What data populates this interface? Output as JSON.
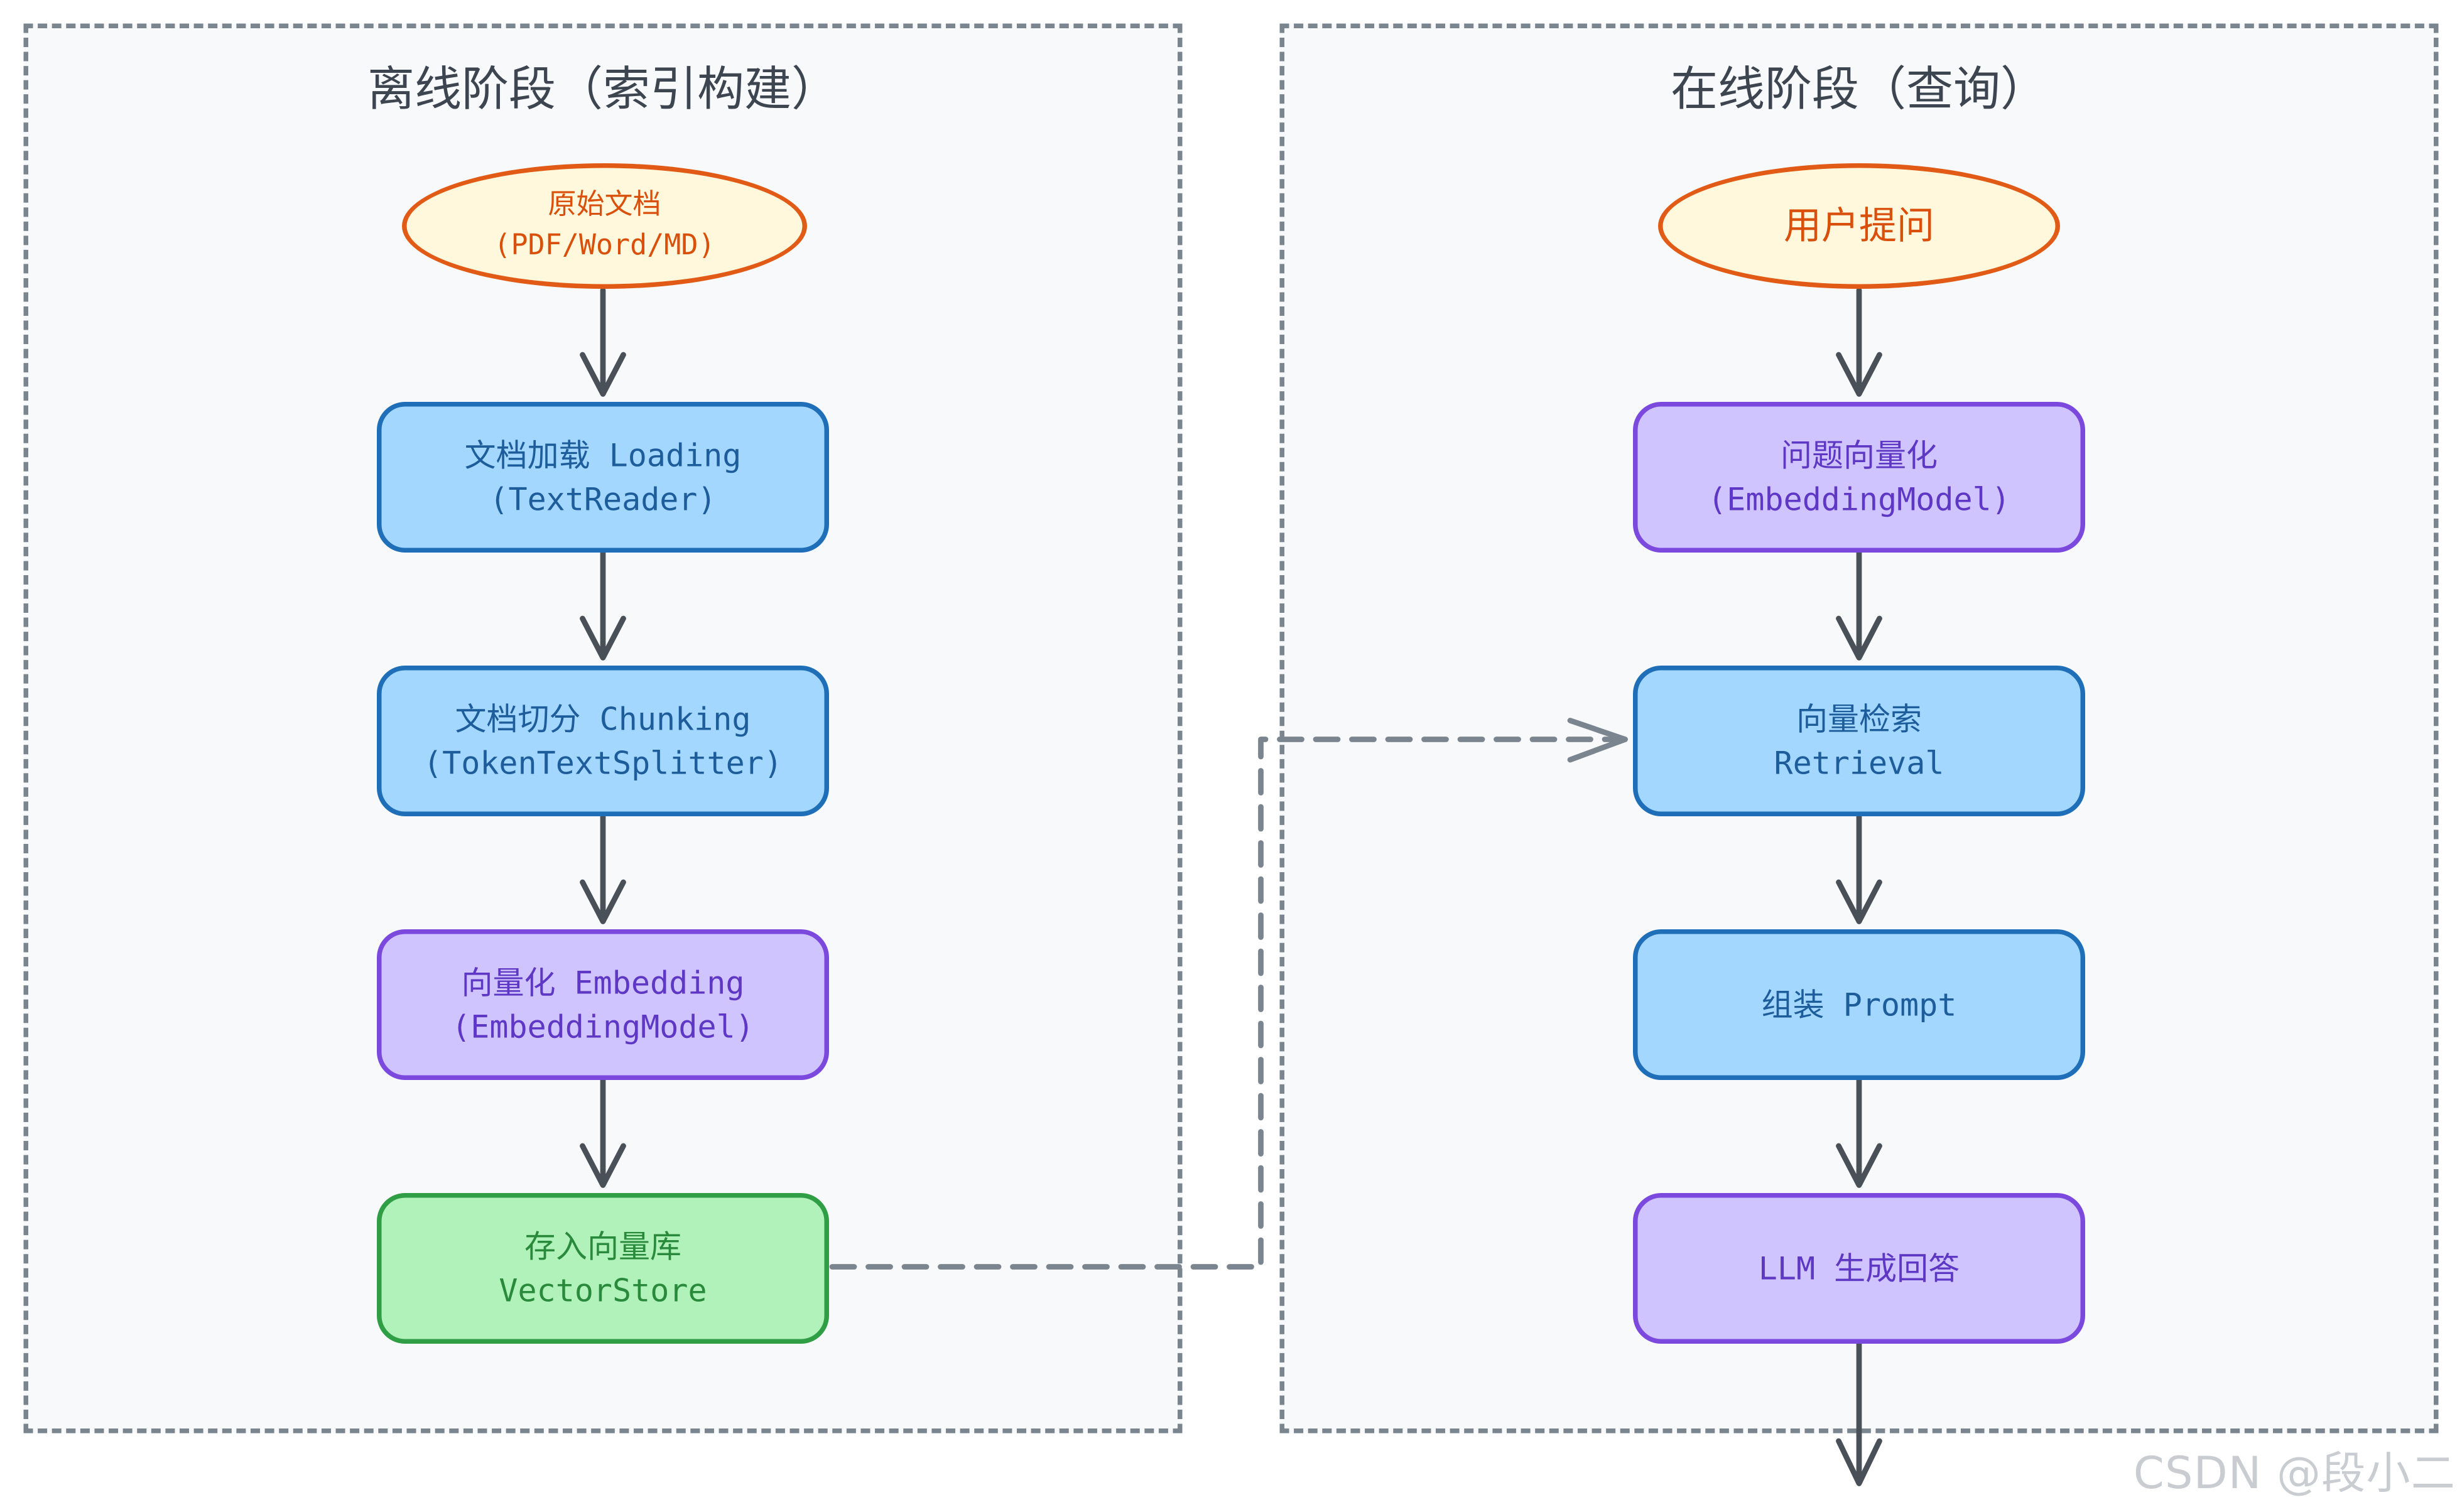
{
  "offline": {
    "title": "离线阶段（索引构建）",
    "source": {
      "line1": "原始文档",
      "line2": "(PDF/Word/MD)"
    },
    "steps": [
      {
        "line1": "文档加载 Loading",
        "line2": "(TextReader)",
        "color": "blue"
      },
      {
        "line1": "文档切分 Chunking",
        "line2": "(TokenTextSplitter)",
        "color": "blue"
      },
      {
        "line1": "向量化 Embedding",
        "line2": "(EmbeddingModel)",
        "color": "purple"
      },
      {
        "line1": "存入向量库",
        "line2": "VectorStore",
        "color": "green"
      }
    ]
  },
  "online": {
    "title": "在线阶段（查询）",
    "source": {
      "line1": "用户提问"
    },
    "steps": [
      {
        "line1": "问题向量化",
        "line2": "(EmbeddingModel)",
        "color": "purple"
      },
      {
        "line1": "向量检索",
        "line2": "Retrieval",
        "color": "blue"
      },
      {
        "line1": "组装 Prompt",
        "color": "blue"
      },
      {
        "line1": "LLM 生成回答",
        "color": "purple"
      }
    ]
  },
  "watermark": "CSDN @段小二",
  "colors": {
    "blue_fill": "#a3d7fe",
    "blue_stroke": "#1f6fb8",
    "purple_fill": "#cfc4fd",
    "purple_stroke": "#7b49de",
    "green_fill": "#b1f2ba",
    "green_stroke": "#2f9e45",
    "source_fill": "#fff8dc",
    "source_stroke": "#e25b16",
    "arrow": "#495057",
    "panel_border": "#7b858f"
  }
}
